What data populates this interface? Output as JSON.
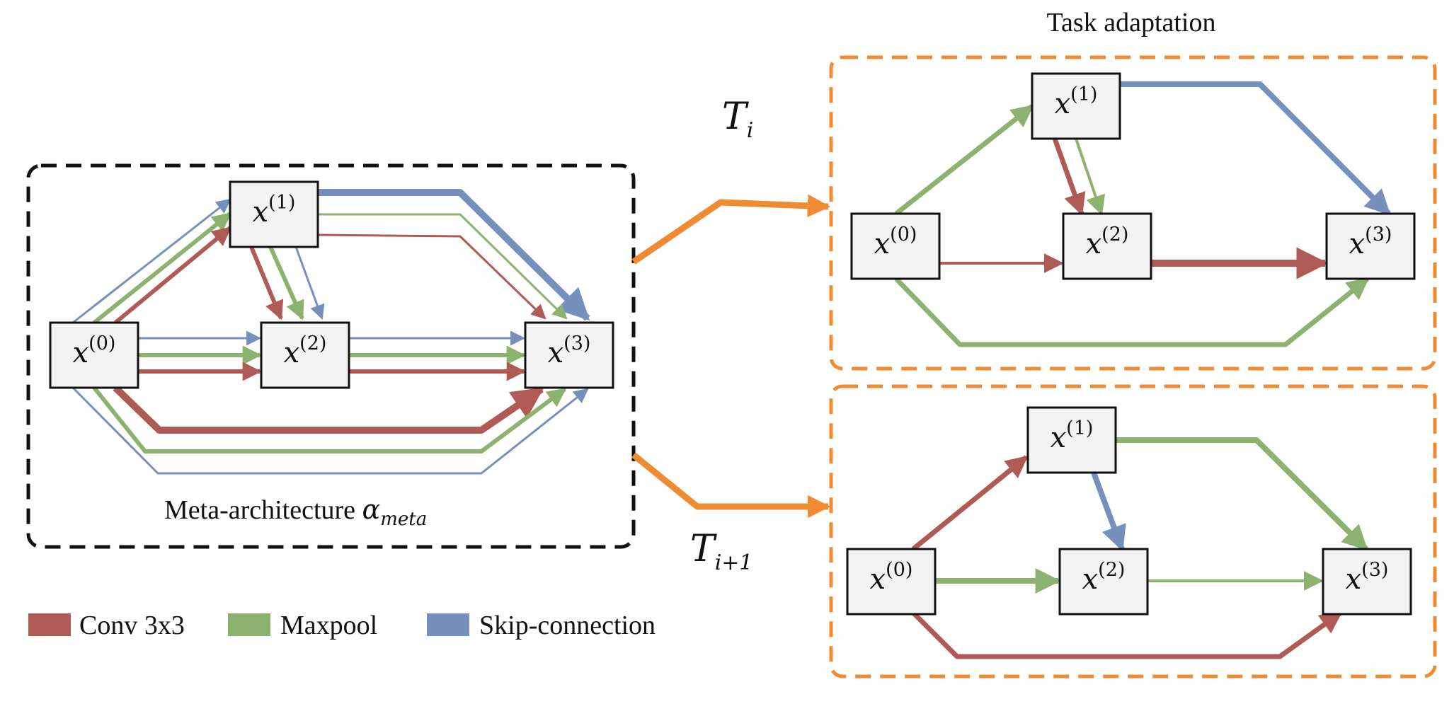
{
  "colors": {
    "conv": "#b05a55",
    "maxpool": "#8cb26f",
    "skip": "#7690bd",
    "task_arrow": "#ef8b33",
    "meta_border": "#111111",
    "task_border": "#ef8b33"
  },
  "labels": {
    "task_adaptation_title": "Task adaptation",
    "meta_caption_text": "Meta-architecture ",
    "meta_alpha": "α",
    "meta_subscript": "meta",
    "tau_i_main": "T",
    "tau_i_sub": "i",
    "tau_i1_main": "T",
    "tau_i1_sub": "i+1",
    "node_var": "x",
    "node_0_sup": "(0)",
    "node_1_sup": "(1)",
    "node_2_sup": "(2)",
    "node_3_sup": "(3)"
  },
  "legend": [
    {
      "key": "conv",
      "label": "Conv 3x3"
    },
    {
      "key": "maxpool",
      "label": "Maxpool"
    },
    {
      "key": "skip",
      "label": "Skip-connection"
    }
  ]
}
